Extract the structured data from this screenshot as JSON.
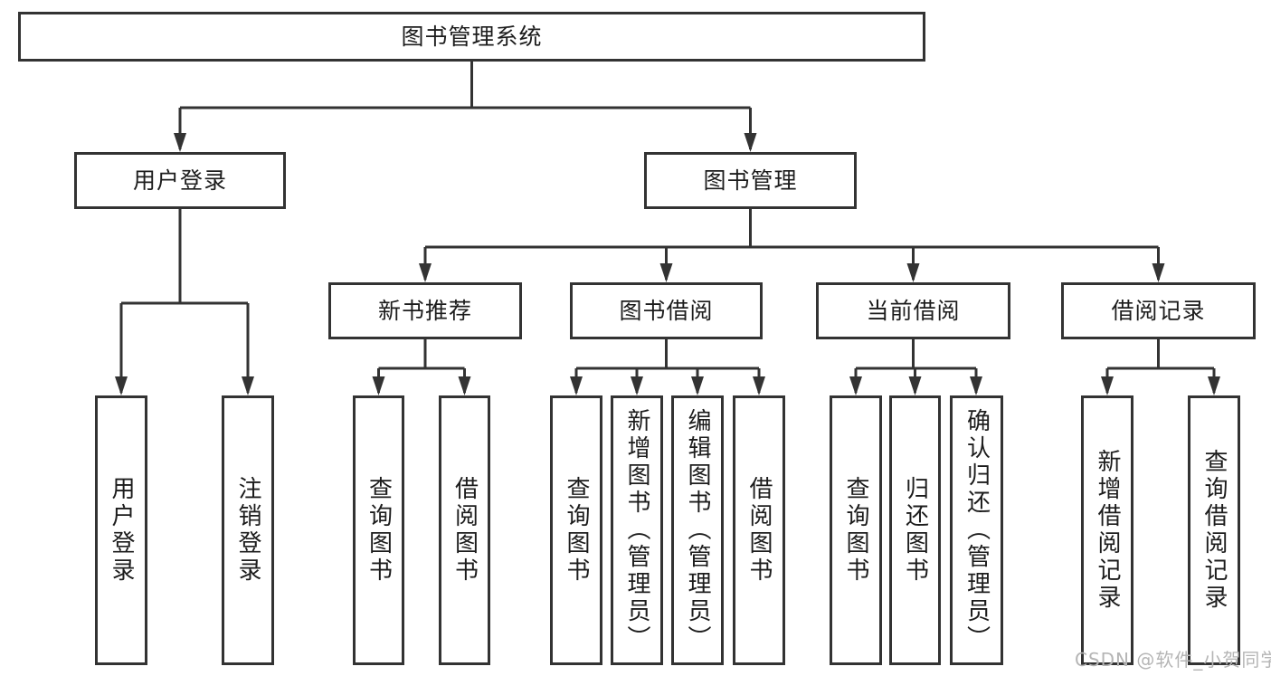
{
  "colors": {
    "background": "#ffffff",
    "line": "#333333",
    "box_border": "#333333",
    "label_text": "#1c1c1c",
    "watermark_text": "#b5b5b5"
  },
  "diagram": {
    "type": "hierarchy-tree",
    "root": {
      "label": "图书管理系统"
    },
    "level2": [
      {
        "label": "用户登录",
        "parent": "图书管理系统"
      },
      {
        "label": "图书管理",
        "parent": "图书管理系统"
      }
    ],
    "level3": [
      {
        "label": "新书推荐",
        "parent": "图书管理"
      },
      {
        "label": "图书借阅",
        "parent": "图书管理"
      },
      {
        "label": "当前借阅",
        "parent": "图书管理"
      },
      {
        "label": "借阅记录",
        "parent": "图书管理"
      }
    ],
    "leaves": [
      {
        "label": "用户登录",
        "parent": "用户登录"
      },
      {
        "label": "注销登录",
        "parent": "用户登录"
      },
      {
        "label": "查询图书",
        "parent": "新书推荐"
      },
      {
        "label": "借阅图书",
        "parent": "新书推荐"
      },
      {
        "label": "查询图书",
        "parent": "图书借阅"
      },
      {
        "label": "新增图书（管理员）",
        "parent": "图书借阅"
      },
      {
        "label": "编辑图书（管理员）",
        "parent": "图书借阅"
      },
      {
        "label": "借阅图书",
        "parent": "图书借阅"
      },
      {
        "label": "查询图书",
        "parent": "当前借阅"
      },
      {
        "label": "归还图书",
        "parent": "当前借阅"
      },
      {
        "label": "确认归还（管理员）",
        "parent": "当前借阅"
      },
      {
        "label": "新增借阅记录",
        "parent": "借阅记录"
      },
      {
        "label": "查询借阅记录",
        "parent": "借阅记录"
      }
    ]
  },
  "watermark": {
    "text": "CSDN @软件_小贺同学"
  }
}
